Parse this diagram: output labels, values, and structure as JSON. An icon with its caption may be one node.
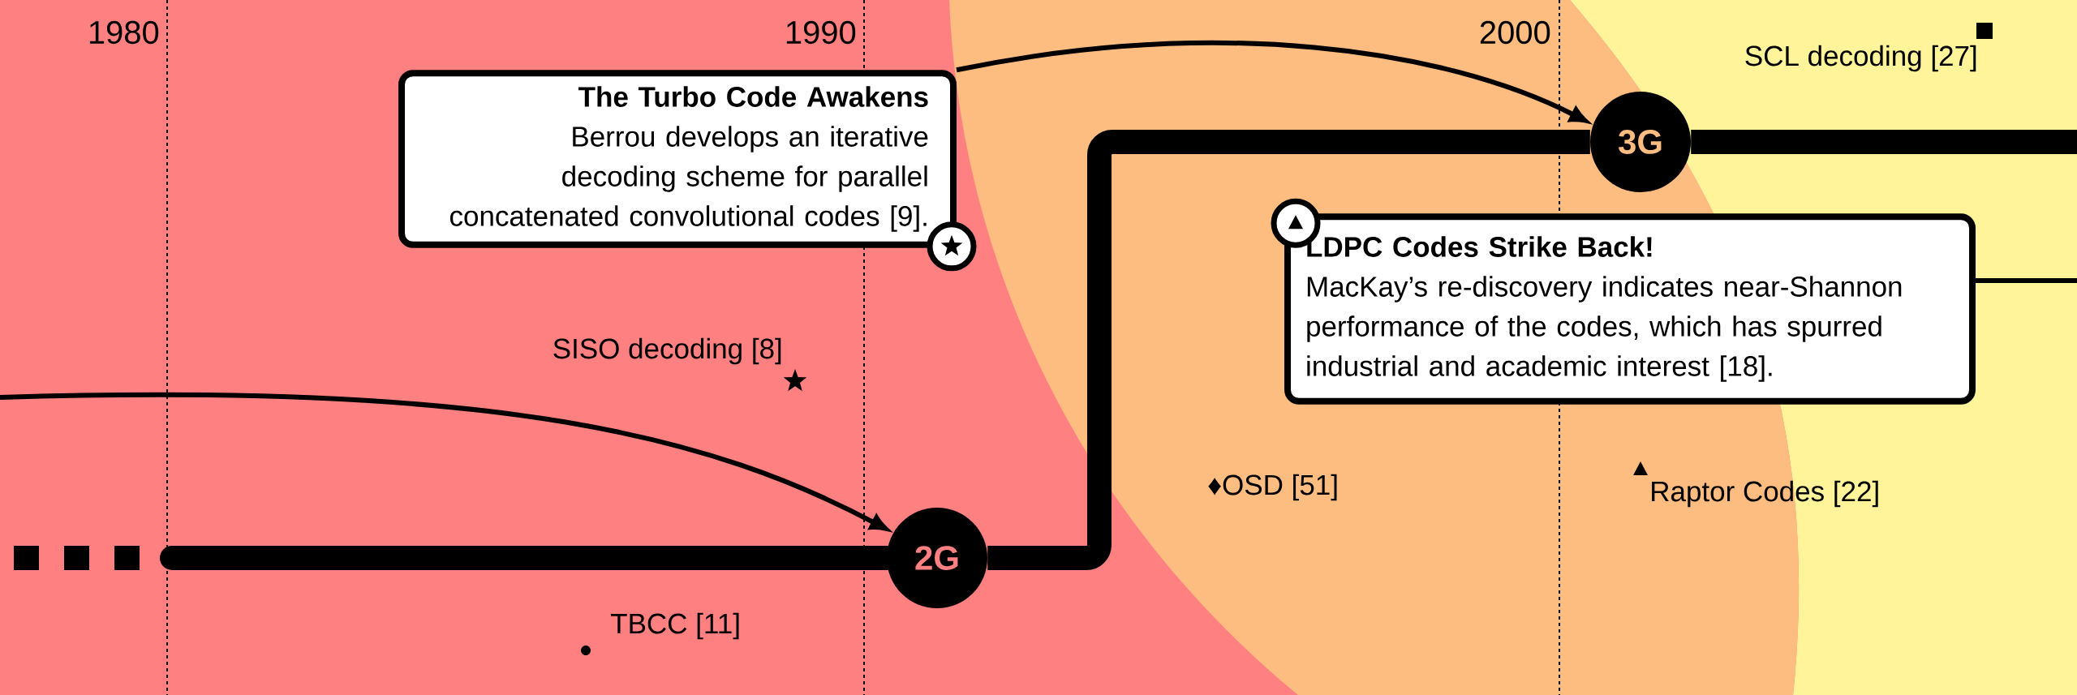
{
  "diagram": {
    "nodes": [
      {
        "text": [
          "The Turbo Code Awakens",
          "Berrou develops an iterative decoding scheme for parallel concatenated convolutional codes [9]."
        ]
      },
      {
        "text": [
          "2G"
        ]
      },
      {
        "text": [
          "3G"
        ]
      },
      {
        "text": [
          "LDPC Codes Strike Back!",
          "MacKay’s re-discovery indicates near-Shannon performance of the codes, which has spurred industrial and academic interest [18]."
        ]
      }
    ],
    "edges": [
      {
        "from": null,
        "to": 1,
        "arrow": "to"
      },
      {
        "from": 0,
        "to": 2,
        "arrow": "to"
      },
      {
        "from": null,
        "to": 1,
        "arrow": "none",
        "style": "thick"
      },
      {
        "from": 1,
        "to": 2,
        "arrow": "none",
        "style": "thick"
      },
      {
        "from": 2,
        "to": null,
        "arrow": "none",
        "style": "thick"
      },
      {
        "from": 3,
        "to": null,
        "arrow": "none"
      }
    ],
    "labels": [
      "1980",
      "1990",
      "2000",
      "SISO decoding [8]",
      "TBCC [11]",
      "♦OSD [51]",
      "Raptor Codes [22]",
      "SCL decoding [27]"
    ]
  }
}
